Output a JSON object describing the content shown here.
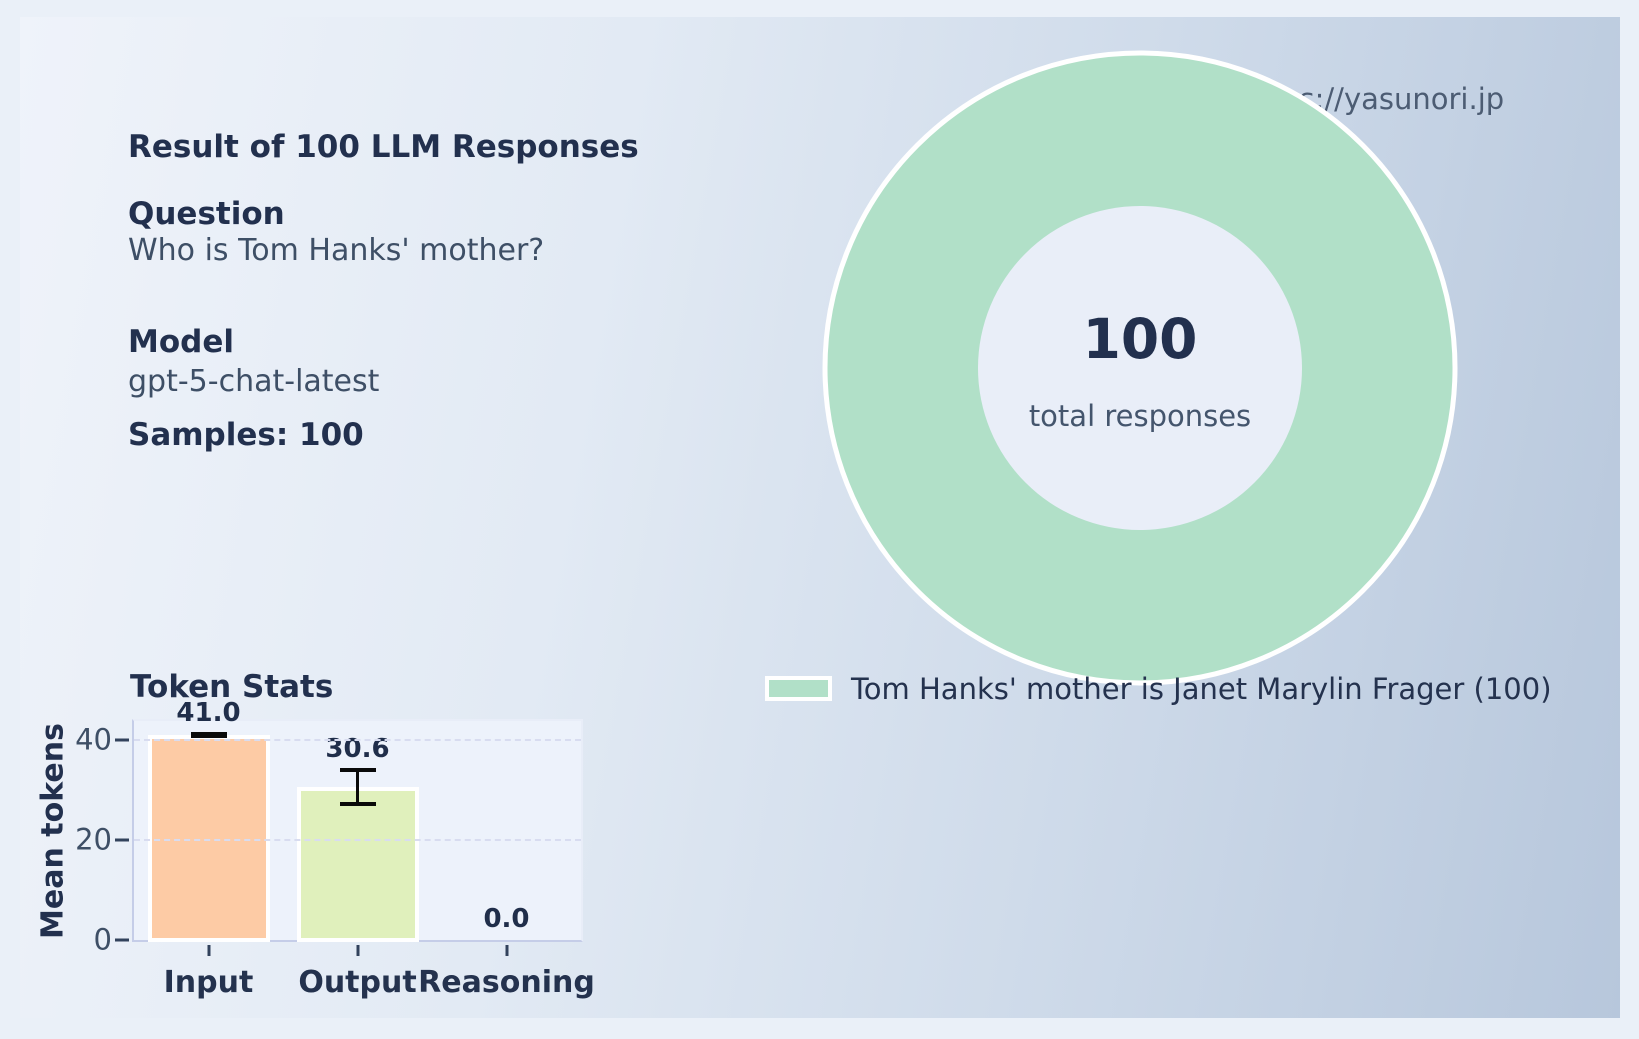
{
  "watermark": {
    "url": "https://yasunori.jp"
  },
  "info_panel": {
    "title": "Result of 100 LLM Responses",
    "question_heading": "Question",
    "question": "Who is Tom Hanks' mother?",
    "model_heading": "Model",
    "model": "gpt-5-chat-latest",
    "samples": "Samples: 100"
  },
  "chart_data": [
    {
      "type": "pie",
      "variant": "donut",
      "slices": [
        {
          "label": "Tom Hanks' mother is Janet Marylin Frager",
          "value": 100,
          "color": "#b1e0c8"
        }
      ],
      "total": 100,
      "center_text": "100",
      "center_label": "total responses",
      "legend": [
        "Tom Hanks' mother is Janet Marylin Frager (100)"
      ],
      "legend_position": "bottom",
      "hole_color": "#e9eef8",
      "edge_color": "#ffffff"
    },
    {
      "type": "bar",
      "title": "Token Stats",
      "ylabel": "Mean tokens",
      "categories": [
        "Input",
        "Output",
        "Reasoning"
      ],
      "values": [
        41.0,
        30.6,
        0.0
      ],
      "errors": [
        0.2,
        3.4,
        0.0
      ],
      "bar_labels": [
        "41.0",
        "30.6",
        "0.0"
      ],
      "bar_colors": [
        "#fdcba5",
        "#e0f0bc",
        null
      ],
      "yticks": [
        0,
        20,
        40
      ],
      "ylim": [
        0,
        43.8
      ],
      "grid": "horizontal-dashed",
      "error_color": "#0a0a0a"
    }
  ],
  "theme": {
    "page_bg": "#eaf0f8",
    "card_gradient_start": "#eff3fa",
    "card_gradient_end": "#b7c7dc",
    "heading_color": "#22304e",
    "body_color": "#3e4f66",
    "plot_bg": "#edf2fb"
  }
}
